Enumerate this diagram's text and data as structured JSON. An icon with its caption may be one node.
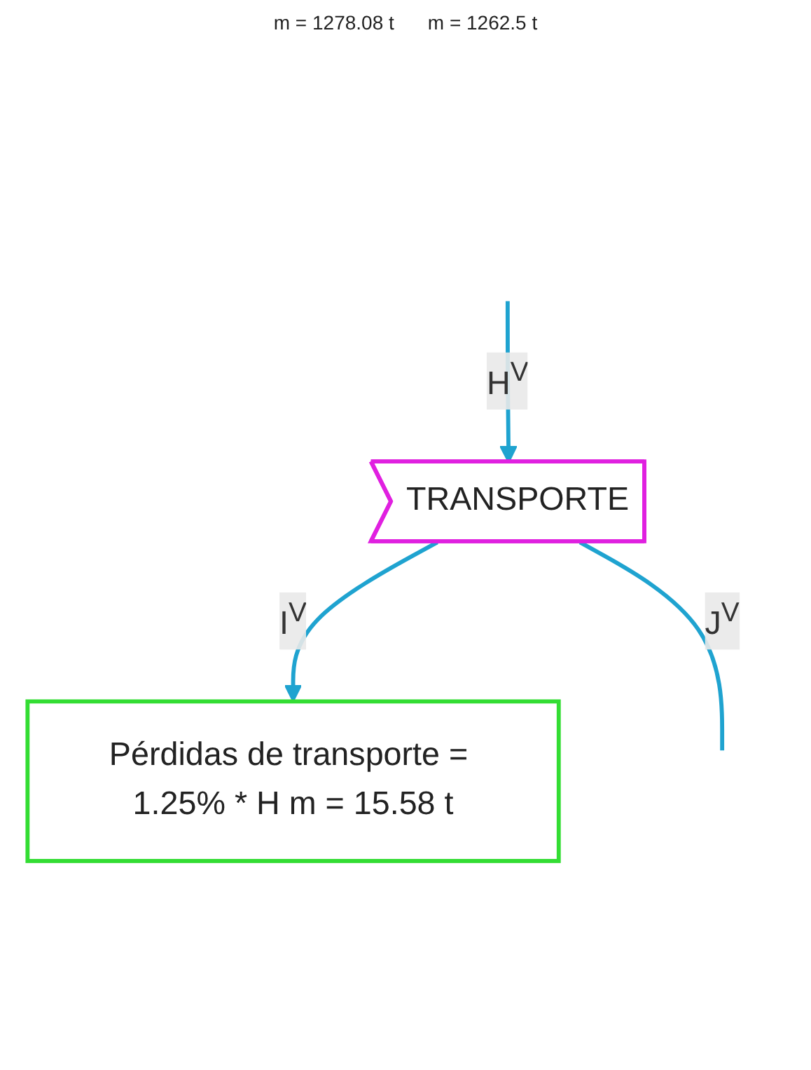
{
  "diagram": {
    "nodes": [
      {
        "text": [
          "TRANSPORTE"
        ]
      },
      {
        "text": [
          "Pérdidas de transporte = 1.25% * H m = 15.58 t"
        ]
      }
    ],
    "edges": [
      {
        "from": null,
        "to": 0,
        "arrow": "to",
        "label": "H$^{V}$"
      },
      {
        "from": 0,
        "to": 1,
        "arrow": "to",
        "label": "I$^{V}$"
      },
      {
        "from": 0,
        "to": null,
        "arrow": "none",
        "label": "J$^{V}$"
      }
    ],
    "labels": [
      "m = 1278.08 t",
      "m = 1262.5 t"
    ]
  }
}
